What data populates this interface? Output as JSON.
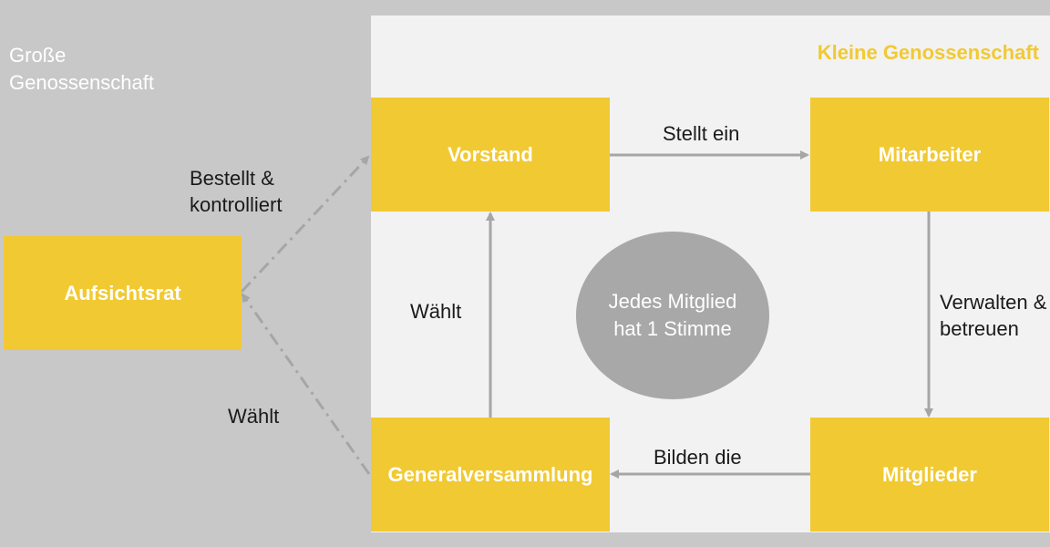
{
  "outer_title": "Große Genossenschaft",
  "inner_title": "Kleine Genossenschaft",
  "nodes": {
    "vorstand": "Vorstand",
    "mitarbeiter": "Mitarbeiter",
    "aufsichtsrat": "Aufsichtsrat",
    "generalversammlung": "Generalversammlung",
    "mitglieder": "Mitglieder"
  },
  "edges": {
    "stellt_ein": "Stellt ein",
    "verwalten": "Verwalten & betreuen",
    "bilden_die": "Bilden die",
    "waehlt_vorstand": "Wählt",
    "bestellt": "Bestellt & kontrolliert",
    "waehlt_aufsichtsrat": "Wählt"
  },
  "center_note": "Jedes Mitglied hat 1 Stimme",
  "colors": {
    "background": "#c9c8c9",
    "panel": "#f2f2f2",
    "accent": "#f1c932",
    "arrow": "#a6a6a6",
    "circle": "#a9a8a9"
  }
}
